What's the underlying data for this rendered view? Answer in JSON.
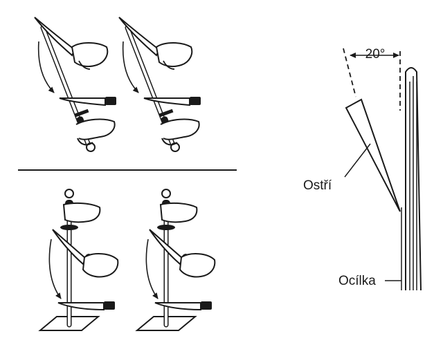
{
  "labels": {
    "angle": "20°",
    "blade": "Ostří",
    "steel": "Ocílka"
  },
  "colors": {
    "ink": "#1a1a1a",
    "background": "#ffffff"
  }
}
